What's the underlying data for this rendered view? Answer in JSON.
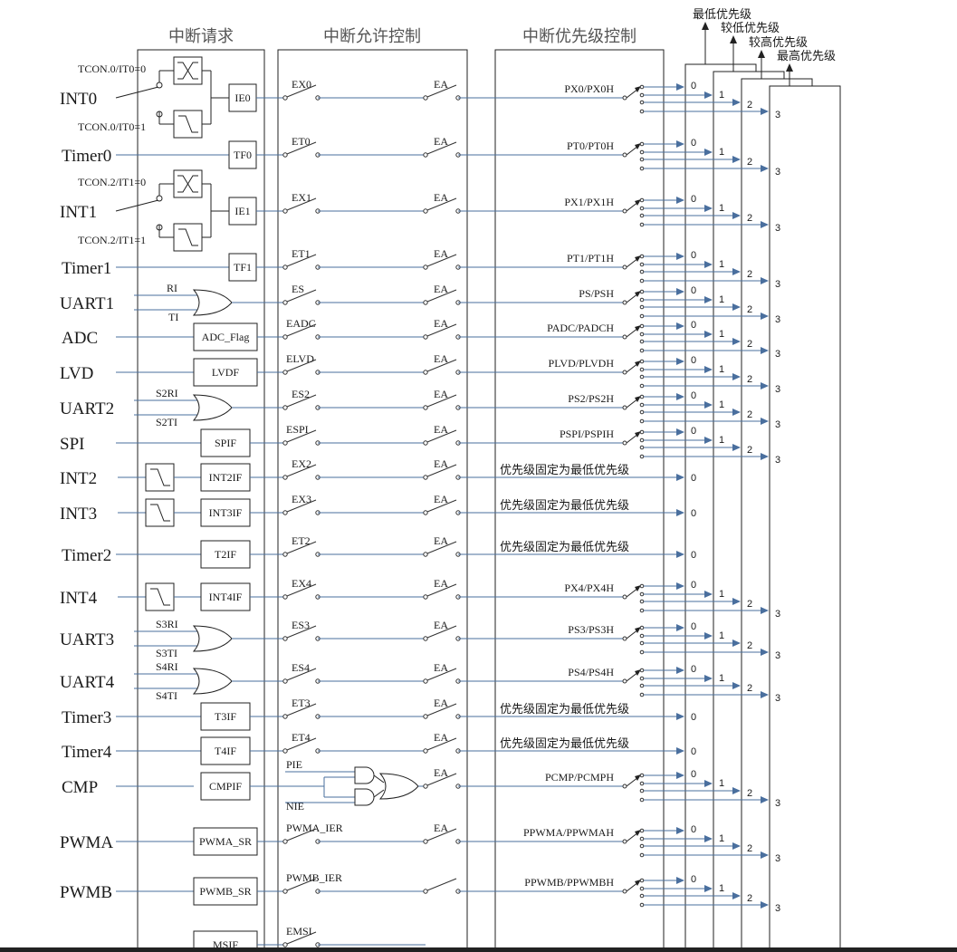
{
  "headers": {
    "request": "中断请求",
    "enable": "中断允许控制",
    "priority": "中断优先级控制"
  },
  "levels": [
    "最低优先级",
    "较低优先级",
    "较高优先级",
    "最高优先级"
  ],
  "level_numbers": [
    "0",
    "1",
    "2",
    "3"
  ],
  "ea_label": "EA",
  "fixed_text": "优先级固定为最低优先级",
  "rows": [
    {
      "source": "INT0",
      "flag": "IE0",
      "enable": "EX0",
      "priority": "PX0/PX0H",
      "fixed": false,
      "edge": "both",
      "mode_labels": [
        "TCON.0/IT0=0",
        "TCON.0/IT0=1"
      ]
    },
    {
      "source": "Timer0",
      "flag": "TF0",
      "enable": "ET0",
      "priority": "PT0/PT0H",
      "fixed": false
    },
    {
      "source": "INT1",
      "flag": "IE1",
      "enable": "EX1",
      "priority": "PX1/PX1H",
      "fixed": false,
      "edge": "both",
      "mode_labels": [
        "TCON.2/IT1=0",
        "TCON.2/IT1=1"
      ]
    },
    {
      "source": "Timer1",
      "flag": "TF1",
      "enable": "ET1",
      "priority": "PT1/PT1H",
      "fixed": false
    },
    {
      "source": "UART1",
      "flag": "",
      "enable": "ES",
      "priority": "PS/PSH",
      "fixed": false,
      "or_inputs": [
        "RI",
        "TI"
      ]
    },
    {
      "source": "ADC",
      "flag": "ADC_Flag",
      "enable": "EADC",
      "priority": "PADC/PADCH",
      "fixed": false
    },
    {
      "source": "LVD",
      "flag": "LVDF",
      "enable": "ELVD",
      "priority": "PLVD/PLVDH",
      "fixed": false
    },
    {
      "source": "UART2",
      "flag": "",
      "enable": "ES2",
      "priority": "PS2/PS2H",
      "fixed": false,
      "or_inputs": [
        "S2RI",
        "S2TI"
      ]
    },
    {
      "source": "SPI",
      "flag": "SPIF",
      "enable": "ESPI",
      "priority": "PSPI/PSPIH",
      "fixed": false
    },
    {
      "source": "INT2",
      "flag": "INT2IF",
      "enable": "EX2",
      "priority": "",
      "fixed": true,
      "edge": "fall"
    },
    {
      "source": "INT3",
      "flag": "INT3IF",
      "enable": "EX3",
      "priority": "",
      "fixed": true,
      "edge": "fall"
    },
    {
      "source": "Timer2",
      "flag": "T2IF",
      "enable": "ET2",
      "priority": "",
      "fixed": true
    },
    {
      "source": "INT4",
      "flag": "INT4IF",
      "enable": "EX4",
      "priority": "PX4/PX4H",
      "fixed": false,
      "edge": "fall"
    },
    {
      "source": "UART3",
      "flag": "",
      "enable": "ES3",
      "priority": "PS3/PS3H",
      "fixed": false,
      "or_inputs": [
        "S3RI",
        "S3TI"
      ]
    },
    {
      "source": "UART4",
      "flag": "",
      "enable": "ES4",
      "priority": "PS4/PS4H",
      "fixed": false,
      "or_inputs": [
        "S4RI",
        "S4TI"
      ]
    },
    {
      "source": "Timer3",
      "flag": "T3IF",
      "enable": "ET3",
      "priority": "",
      "fixed": true
    },
    {
      "source": "Timer4",
      "flag": "T4IF",
      "enable": "ET4",
      "priority": "",
      "fixed": true
    },
    {
      "source": "CMP",
      "flag": "CMPIF",
      "enable": "",
      "priority": "PCMP/PCMPH",
      "fixed": false,
      "cmp_inputs": [
        "PIE",
        "NIE"
      ]
    },
    {
      "source": "PWMA",
      "flag": "PWMA_SR",
      "enable": "PWMA_IER",
      "priority": "PPWMA/PPWMAH",
      "fixed": false
    },
    {
      "source": "PWMB",
      "flag": "PWMB_SR",
      "enable": "PWMB_IER",
      "priority": "PPWMB/PPWMBH",
      "fixed": false
    },
    {
      "source": "",
      "flag": "MSIF",
      "enable": "EMSI",
      "priority": "",
      "fixed": false,
      "partial": true
    }
  ]
}
